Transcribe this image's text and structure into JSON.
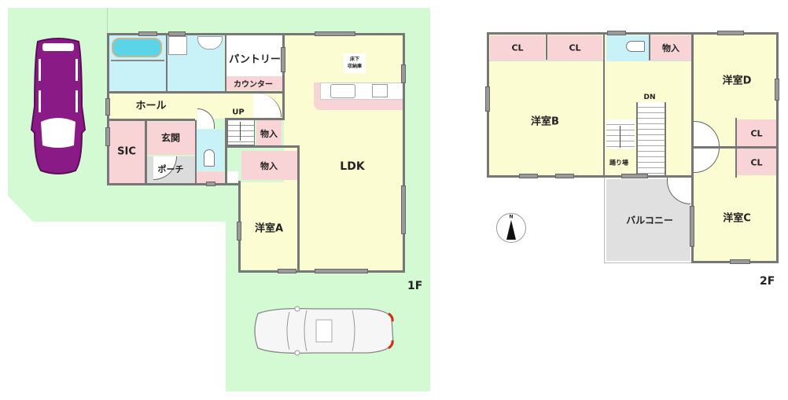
{
  "colors": {
    "lot": "#d4fad4",
    "living": "#fcfcd2",
    "storage": "#f8d4d6",
    "wet": "#c8f1f8",
    "porch": "#dcdcdc",
    "balcony": "#e0e0e0",
    "wall": "#777777",
    "car_suv": "#8a1a86"
  },
  "floor1": {
    "label": "1F",
    "rooms": [
      {
        "id": "bath",
        "label": ""
      },
      {
        "id": "washroom",
        "label": ""
      },
      {
        "id": "pantry",
        "label": "パントリー"
      },
      {
        "id": "counter",
        "label": "カウンター"
      },
      {
        "id": "hall",
        "label": "ホール"
      },
      {
        "id": "stairs-up",
        "label": "UP"
      },
      {
        "id": "sic",
        "label": "SIC"
      },
      {
        "id": "genkan",
        "label": "玄関"
      },
      {
        "id": "porch",
        "label": "ポーチ"
      },
      {
        "id": "storage-1",
        "label": "物入"
      },
      {
        "id": "storage-2",
        "label": "物入"
      },
      {
        "id": "ldk",
        "label": "LDK"
      },
      {
        "id": "underfloor-storage",
        "label": "床下\n収納庫"
      },
      {
        "id": "room-a",
        "label": "洋室A"
      }
    ]
  },
  "floor2": {
    "label": "2F",
    "rooms": [
      {
        "id": "cl-1",
        "label": "CL"
      },
      {
        "id": "cl-2",
        "label": "CL"
      },
      {
        "id": "toilet-2f",
        "label": ""
      },
      {
        "id": "storage-3",
        "label": "物入"
      },
      {
        "id": "room-b",
        "label": "洋室B"
      },
      {
        "id": "stairs-dn",
        "label": "DN"
      },
      {
        "id": "landing",
        "label": "踊り場"
      },
      {
        "id": "room-d",
        "label": "洋室D"
      },
      {
        "id": "cl-3",
        "label": "CL"
      },
      {
        "id": "cl-4",
        "label": "CL"
      },
      {
        "id": "room-c",
        "label": "洋室C"
      },
      {
        "id": "balcony",
        "label": "バルコニー"
      }
    ]
  },
  "compass": {
    "label": "N"
  }
}
